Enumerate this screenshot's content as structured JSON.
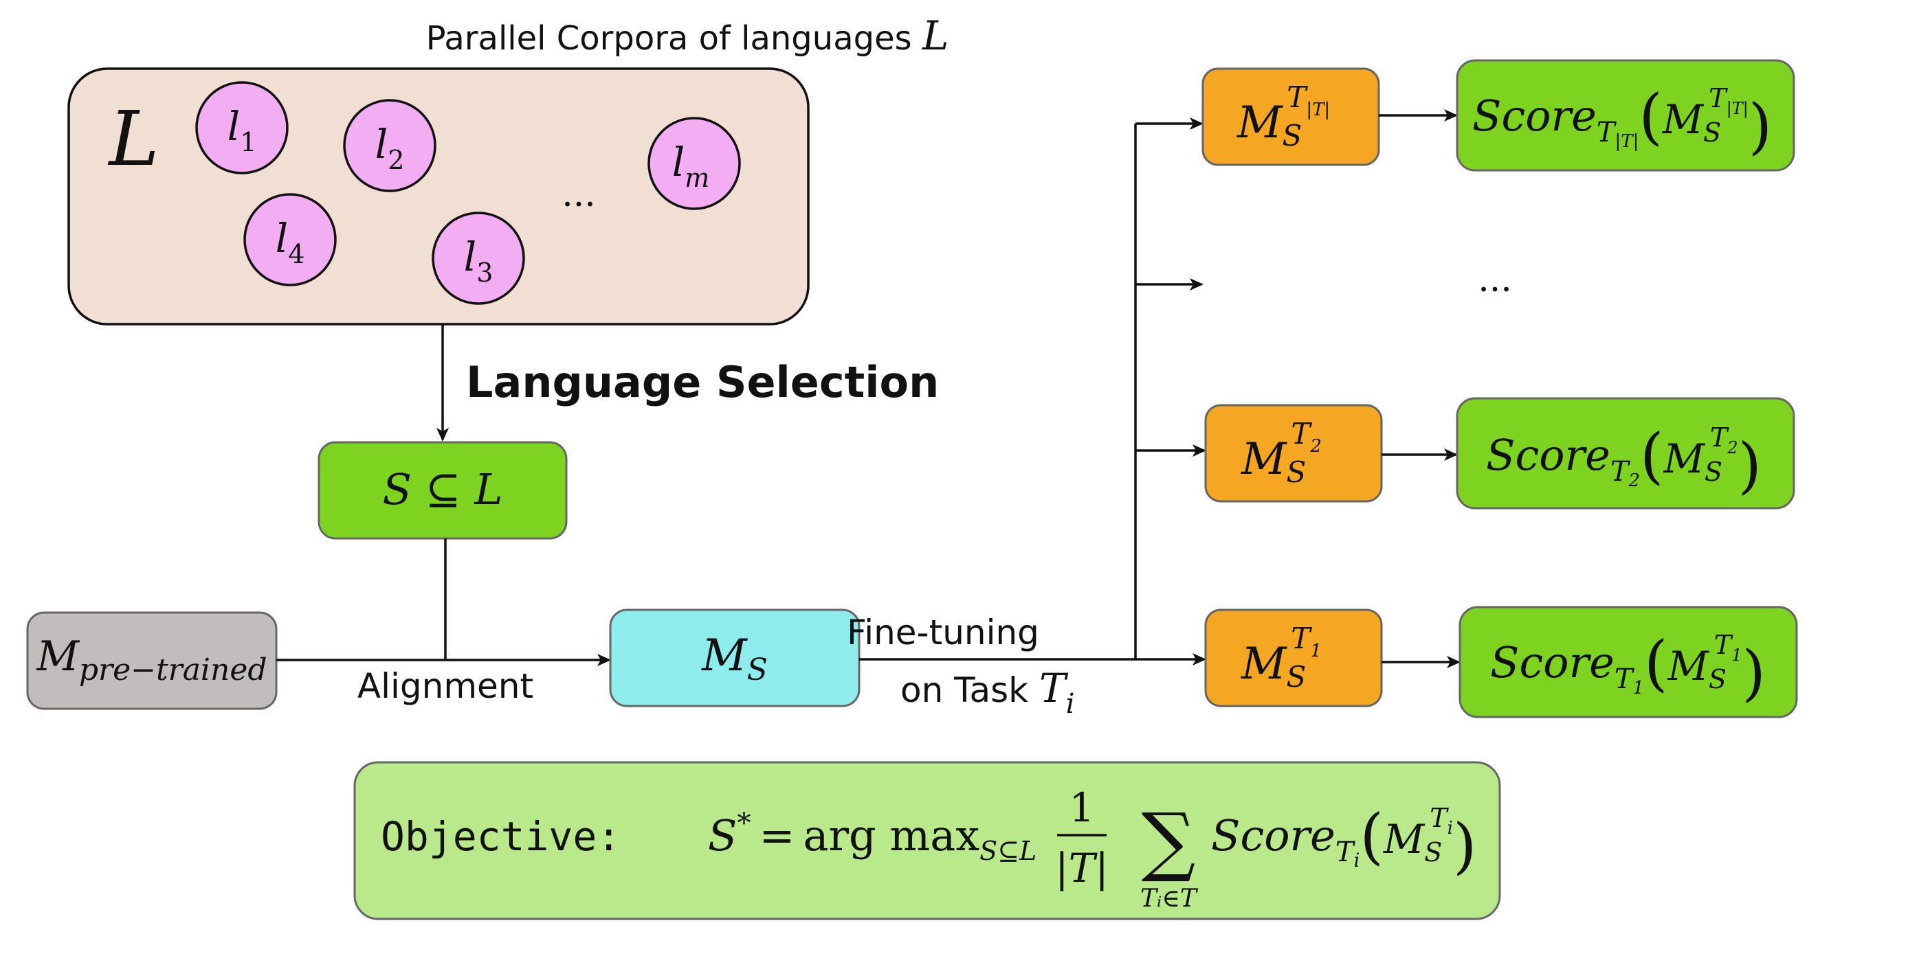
{
  "corpus": {
    "caption_text": "Parallel Corpora of languages",
    "caption_symbol": "L",
    "set_symbol": "L",
    "languages": [
      {
        "base": "l",
        "sub": "1"
      },
      {
        "base": "l",
        "sub": "2"
      },
      {
        "base": "l",
        "sub": "4"
      },
      {
        "base": "l",
        "sub": "3"
      },
      {
        "base": "l",
        "sub": "m"
      }
    ],
    "ellipsis": "..."
  },
  "selection": {
    "label": "Language Selection",
    "subset": "S ⊆ L"
  },
  "pretrained": {
    "base": "M",
    "sub": "pre−trained"
  },
  "alignment_label": "Alignment",
  "aligned_model": {
    "base": "M",
    "sub": "S"
  },
  "finetune": {
    "line1": "Fine-tuning",
    "line2": "on Task",
    "task": "T",
    "task_sub": "i"
  },
  "tasks": [
    {
      "model_base": "M",
      "model_sub": "S",
      "model_sup": "T",
      "model_sup_sub": "|T|",
      "score": "Score",
      "score_sub": "T",
      "score_sub_sub": "|T|",
      "inner_base": "M",
      "inner_sub": "S",
      "inner_sup": "T",
      "inner_sup_sub": "|T|"
    },
    {
      "model_base": "M",
      "model_sub": "S",
      "model_sup": "T",
      "model_sup_sub": "2",
      "score": "Score",
      "score_sub": "T",
      "score_sub_sub": "2",
      "inner_base": "M",
      "inner_sub": "S",
      "inner_sup": "T",
      "inner_sup_sub": "2"
    },
    {
      "model_base": "M",
      "model_sub": "S",
      "model_sup": "T",
      "model_sup_sub": "1",
      "score": "Score",
      "score_sub": "T",
      "score_sub_sub": "1",
      "inner_base": "M",
      "inner_sub": "S",
      "inner_sup": "T",
      "inner_sup_sub": "1"
    }
  ],
  "tasks_ellipsis": "...",
  "objective": {
    "label": "Objective:",
    "lhs": "S",
    "lhs_sup": "*",
    "eq": "=",
    "argmax": "arg max",
    "argmax_sub": "S⊆L",
    "frac_num": "1",
    "frac_den": "|T|",
    "sum": "∑",
    "sum_sub": "Tᵢ∈T",
    "score": "Score",
    "score_sub": "T",
    "score_sub_sub": "i",
    "inner_base": "M",
    "inner_sub": "S",
    "inner_sup": "T",
    "inner_sup_sub": "i"
  },
  "colors": {
    "corpus_fill": "#f0dfd2",
    "language_fill": "#f3aef3",
    "green_box": "#7ed321",
    "gray_box": "#c2bdbd",
    "cyan_box": "#8eeced",
    "orange_box": "#f5a623",
    "objective_fill": "#b9e98a"
  }
}
